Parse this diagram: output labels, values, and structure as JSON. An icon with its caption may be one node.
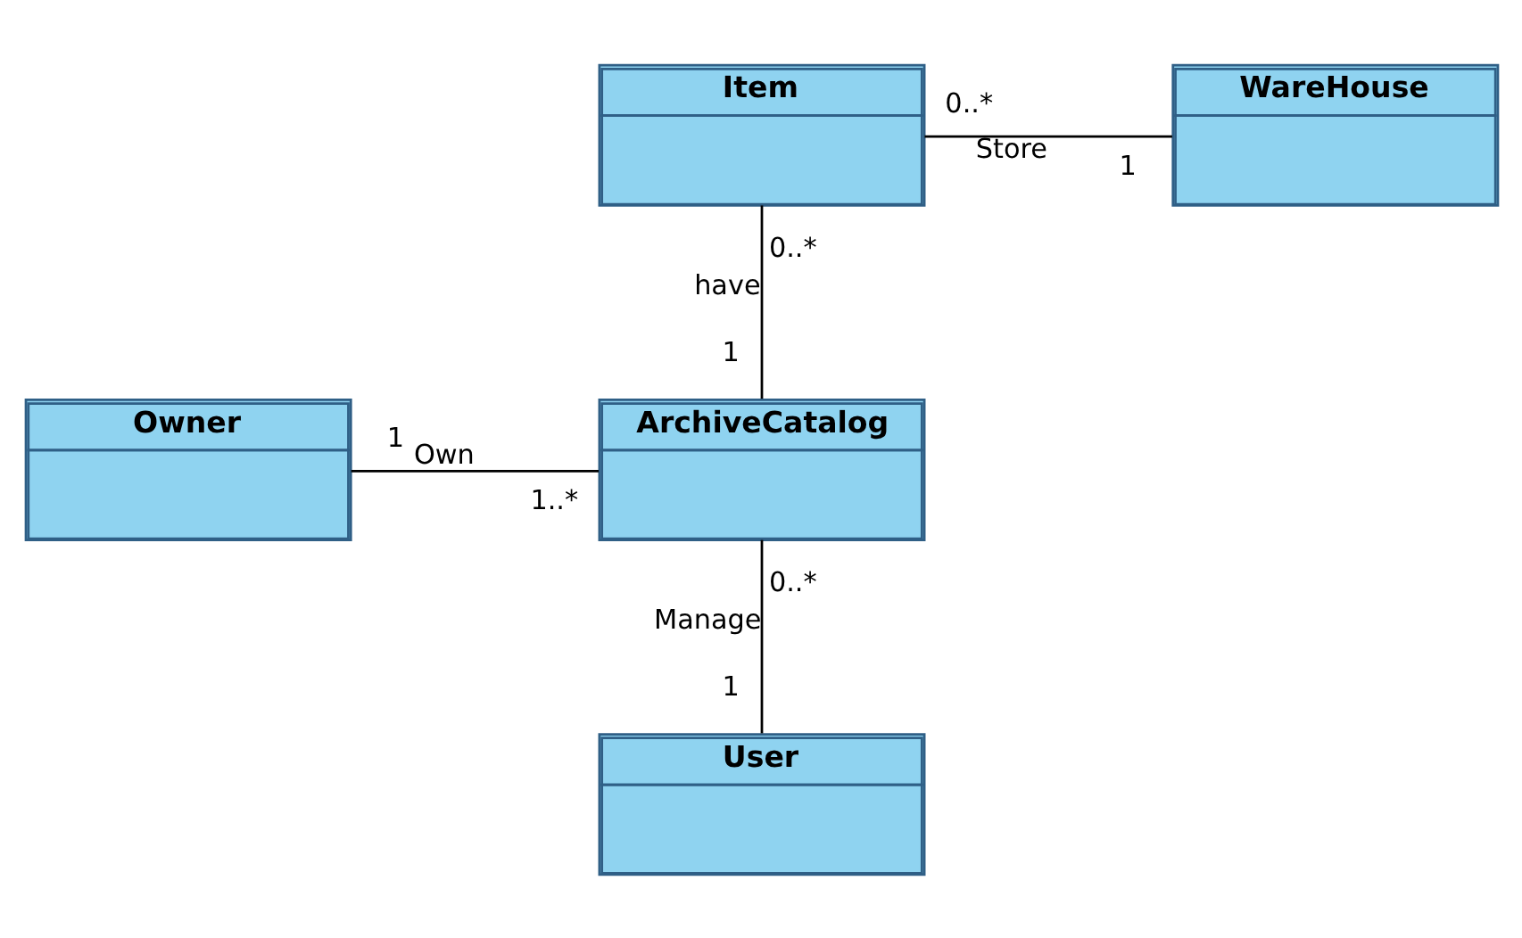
{
  "diagram": {
    "nodes": [
      {
        "text": [
          "Item"
        ]
      },
      {
        "text": [
          "WareHouse"
        ]
      },
      {
        "text": [
          "Owner"
        ]
      },
      {
        "text": [
          "ArchiveCatalog"
        ]
      },
      {
        "text": [
          "User"
        ]
      }
    ],
    "edges": [
      {
        "from": 0,
        "to": 1,
        "arrow": "none",
        "label": "Store"
      },
      {
        "from": 0,
        "to": 3,
        "arrow": "none",
        "label": "have"
      },
      {
        "from": 2,
        "to": 3,
        "arrow": "none",
        "label": "Own"
      },
      {
        "from": 3,
        "to": 4,
        "arrow": "none",
        "label": "Manage"
      }
    ],
    "labels": [
      "0..*",
      "1",
      "0..*",
      "1",
      "1",
      "1..*",
      "0..*",
      "1"
    ]
  }
}
